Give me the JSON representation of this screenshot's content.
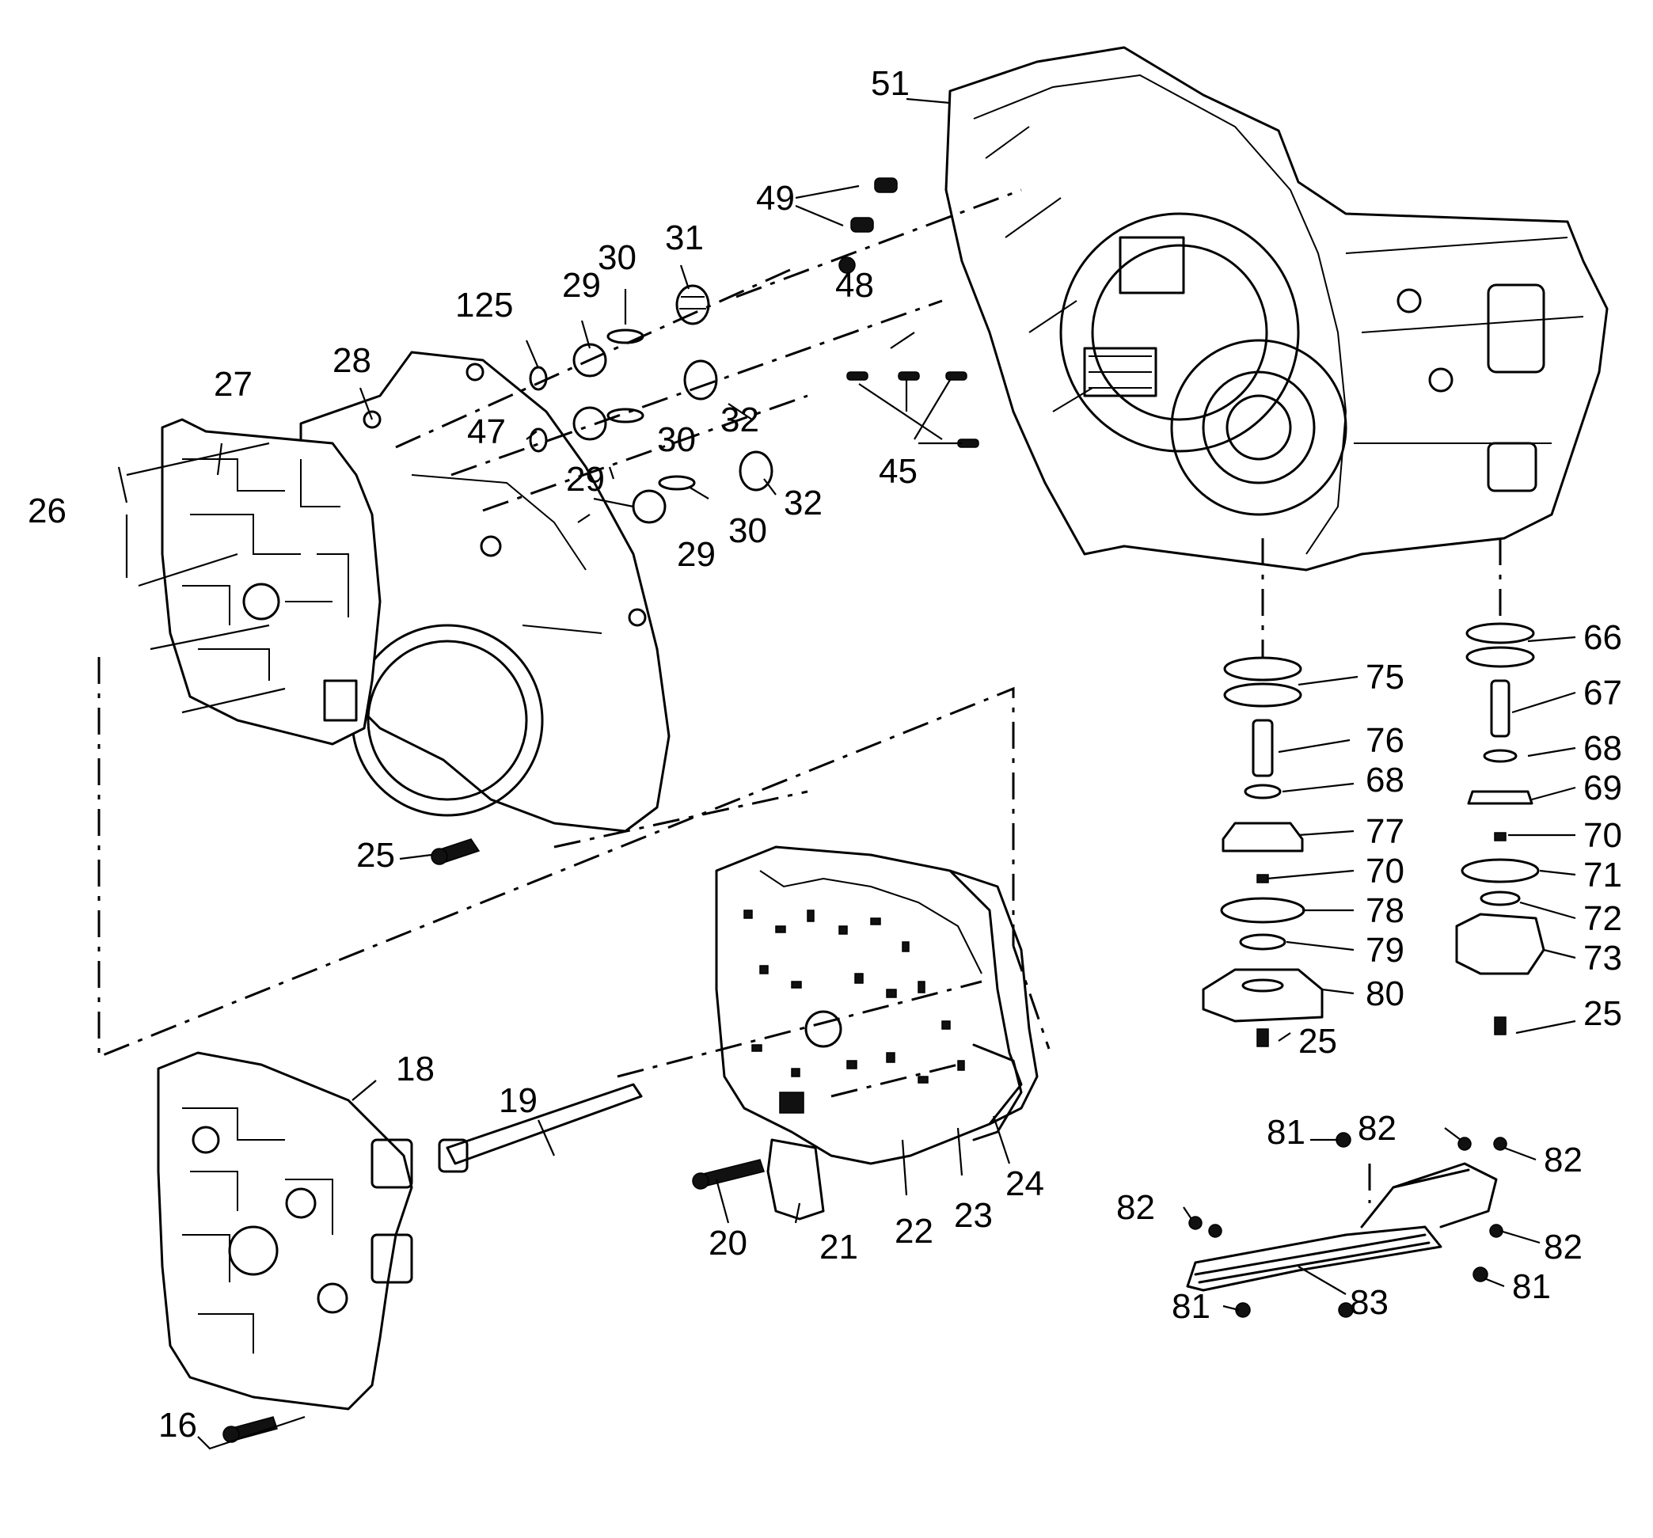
{
  "callouts": {
    "c16": "16",
    "c18": "18",
    "c19": "19",
    "c20": "20",
    "c21": "21",
    "c22": "22",
    "c23": "23",
    "c24": "24",
    "c25a": "25",
    "c25b": "25",
    "c25c": "25",
    "c26": "26",
    "c27": "27",
    "c28": "28",
    "c29a": "29",
    "c29b": "29",
    "c29c": "29",
    "c30a": "30",
    "c30b": "30",
    "c30c": "30",
    "c31": "31",
    "c32a": "32",
    "c32b": "32",
    "c45": "45",
    "c47": "47",
    "c48": "48",
    "c49": "49",
    "c51": "51",
    "c66": "66",
    "c67": "67",
    "c68a": "68",
    "c68b": "68",
    "c69": "69",
    "c70a": "70",
    "c70b": "70",
    "c71": "71",
    "c72": "72",
    "c73": "73",
    "c75": "75",
    "c76": "76",
    "c77": "77",
    "c78": "78",
    "c79": "79",
    "c80": "80",
    "c81a": "81",
    "c81b": "81",
    "c81c": "81",
    "c82a": "82",
    "c82b": "82",
    "c82c": "82",
    "c82d": "82",
    "c83": "83",
    "c125": "125"
  }
}
